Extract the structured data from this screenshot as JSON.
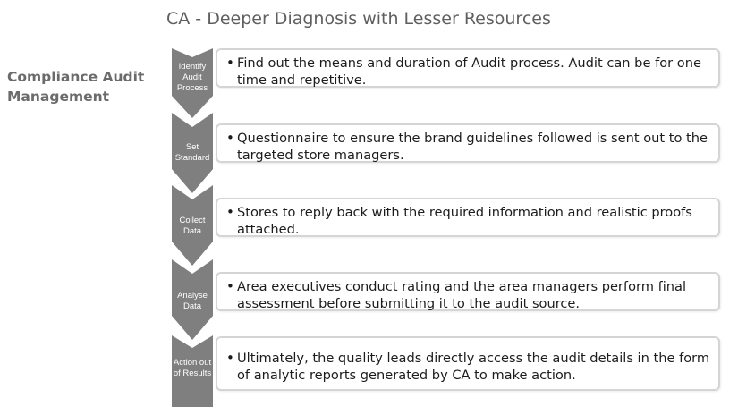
{
  "title": "CA - Deeper Diagnosis with Lesser Resources",
  "side_title": "Compliance Audit Management",
  "steps": [
    {
      "label": "Identify Audit Process",
      "text": "Find out the means and duration of Audit process. Audit can be for one time and repetitive."
    },
    {
      "label": "Set Standard",
      "text": "Questionnaire to ensure the brand guidelines followed is sent out to the targeted store managers."
    },
    {
      "label": "Collect Data",
      "text": "Stores to reply back with the required information and realistic proofs attached."
    },
    {
      "label": "Analyse Data",
      "text": "Area executives conduct rating and the area managers perform final assessment before submitting it to the audit source."
    },
    {
      "label": "Action out of Results",
      "text": "Ultimately, the quality leads directly access the audit details in the form of analytic reports generated by CA to make action."
    }
  ],
  "bullet_char": "•",
  "colors": {
    "chevron": "#7f7f7f",
    "box_border": "#d5d5d5",
    "title": "#5f5f5f"
  }
}
